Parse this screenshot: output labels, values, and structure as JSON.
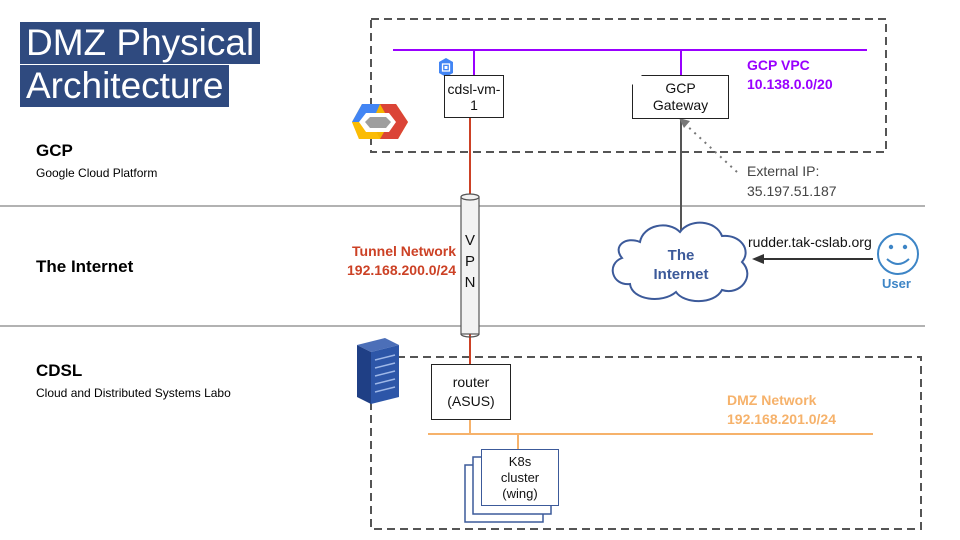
{
  "title": {
    "line1": "DMZ Physical",
    "line2": "Architecture"
  },
  "sections": [
    {
      "name": "GCP",
      "subtitle": "Google Cloud Platform"
    },
    {
      "name": "The Internet",
      "subtitle": ""
    },
    {
      "name": "CDSL",
      "subtitle": "Cloud and Distributed Systems Labo"
    }
  ],
  "gcp_vpc": {
    "name": "GCP VPC",
    "cidr": "10.138.0.0/20"
  },
  "vm": {
    "label": "cdsl-vm-1"
  },
  "gateway": {
    "label": "GCP Gateway"
  },
  "external_ip": {
    "label": "External IP:",
    "value": "35.197.51.187"
  },
  "vpn": {
    "label": "VPN",
    "letters": [
      "V",
      "P",
      "N"
    ]
  },
  "tunnel": {
    "name": "Tunnel Network",
    "cidr": "192.168.200.0/24"
  },
  "internet_cloud": {
    "line1": "The",
    "line2": "Internet"
  },
  "domain": "rudder.tak-cslab.org",
  "user": {
    "label": "User"
  },
  "router": {
    "line1": "router",
    "line2": "(ASUS)"
  },
  "dmz": {
    "name": "DMZ Network",
    "cidr": "192.168.201.0/24"
  },
  "cluster": {
    "line1": "K8s",
    "line2": "cluster",
    "line3": "(wing)"
  },
  "colors": {
    "title_bg": "#2f4a7f",
    "vpc": "#9900ff",
    "tunnel": "#cc4125",
    "dmz": "#f6b26b",
    "internet_text": "#3c5a9a",
    "user": "#3d85c6",
    "dashed_border": "#555555"
  }
}
